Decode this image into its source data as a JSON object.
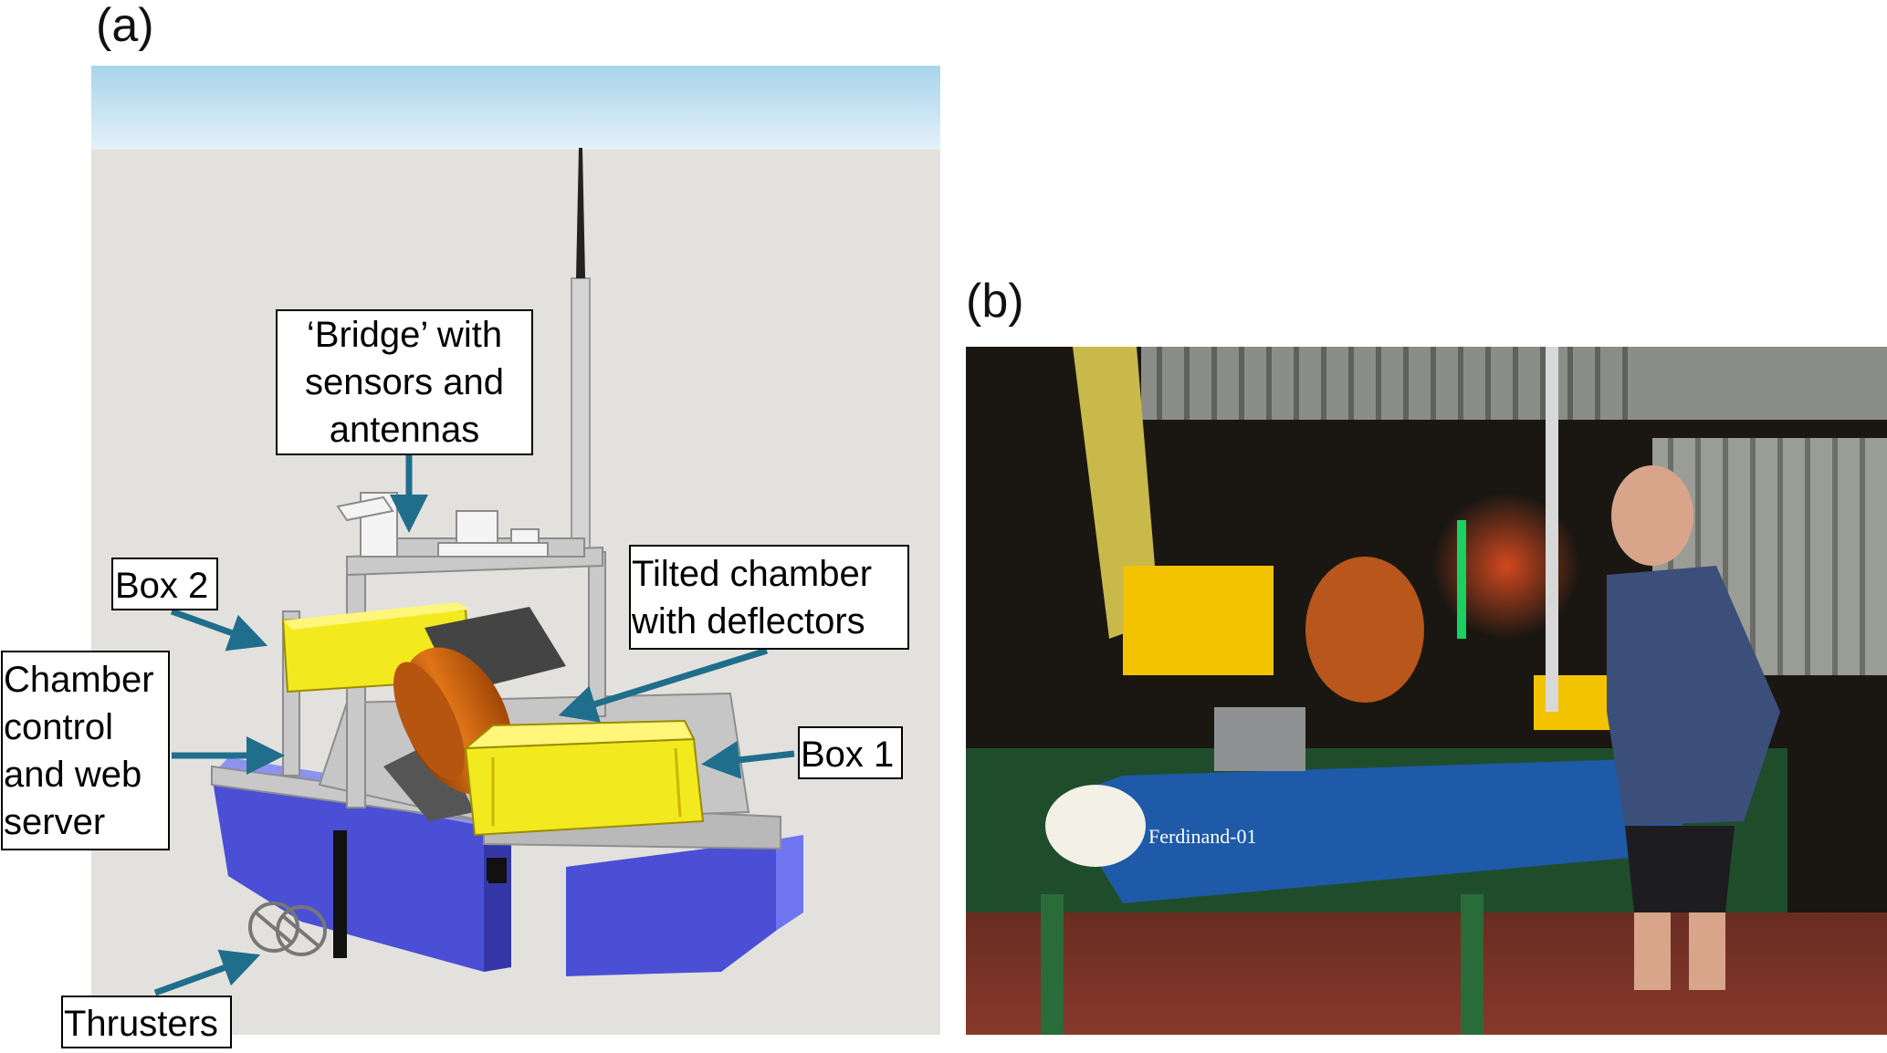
{
  "panel_a": {
    "letter": "(a)",
    "labels": {
      "bridge": [
        "‘Bridge’ with",
        "sensors and",
        "antennas"
      ],
      "box2": [
        "Box 2"
      ],
      "tilted": [
        "Tilted chamber",
        "with deflectors"
      ],
      "chamber_control": [
        "Chamber",
        "control",
        "and web",
        "server"
      ],
      "box1": [
        "Box 1"
      ],
      "thrusters": [
        "Thrusters"
      ]
    },
    "colors": {
      "sky_top": "#a8d4ec",
      "background": "#e3e1de",
      "hull": "#4a4fd6",
      "box": "#f2ea1e",
      "chamber": "#d9680f",
      "arrow": "#1f6e8c"
    }
  },
  "panel_b": {
    "letter": "(b)",
    "boat_name": "Ferdinand-01"
  }
}
